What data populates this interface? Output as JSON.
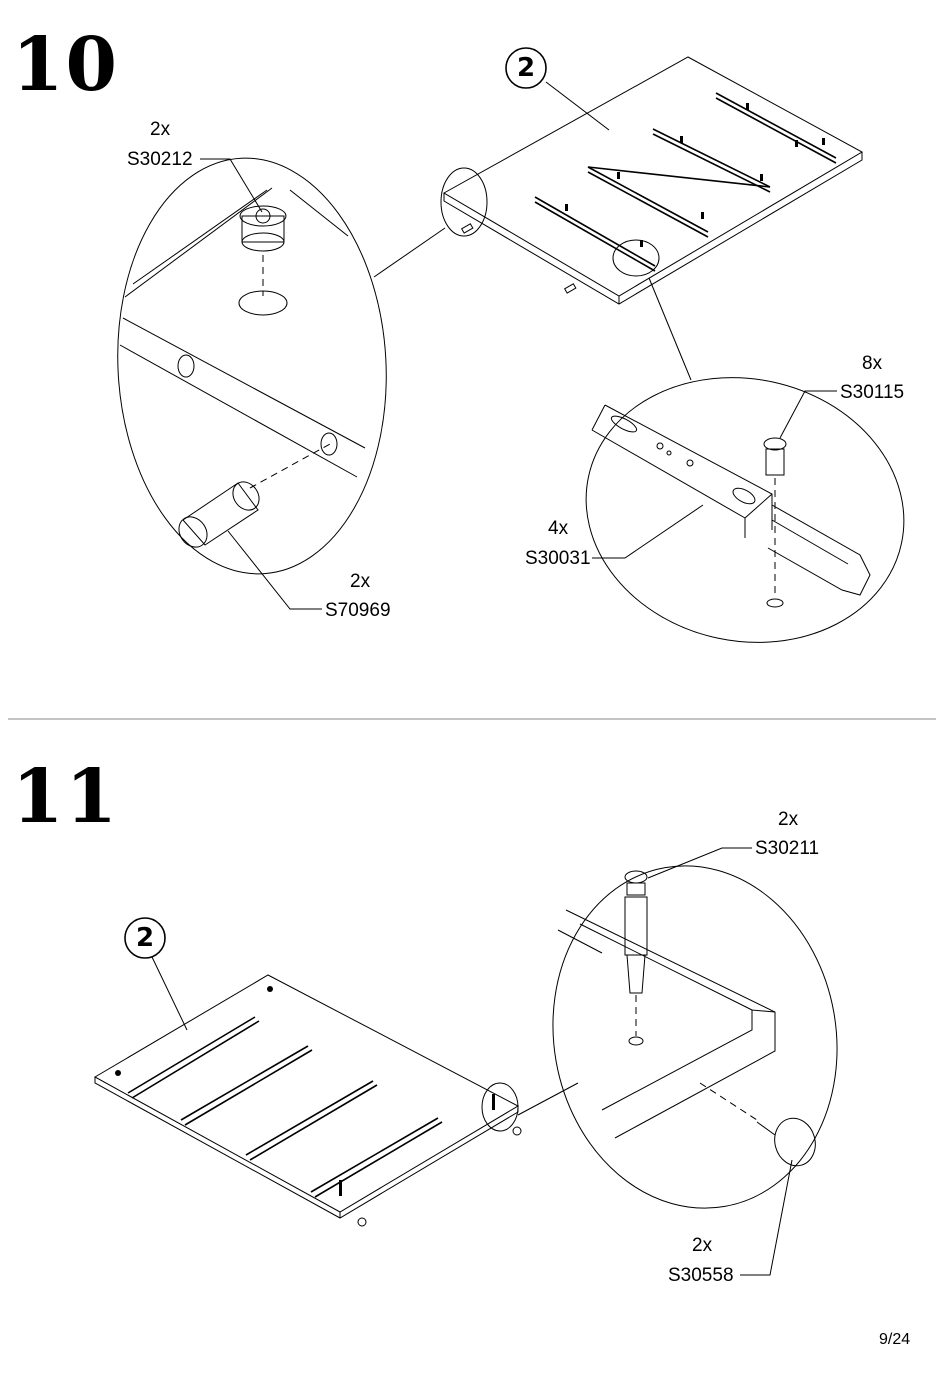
{
  "steps": [
    {
      "number": "10",
      "panel_badge": "2",
      "labels": [
        {
          "qty": "2x",
          "code": "S30212"
        },
        {
          "qty": "2x",
          "code": "S70969"
        },
        {
          "qty": "8x",
          "code": "S30115"
        },
        {
          "qty": "4x",
          "code": "S30031"
        }
      ]
    },
    {
      "number": "11",
      "panel_badge": "2",
      "labels": [
        {
          "qty": "2x",
          "code": "S30211"
        },
        {
          "qty": "2x",
          "code": "S30558"
        }
      ]
    }
  ],
  "page_number": "9/24"
}
